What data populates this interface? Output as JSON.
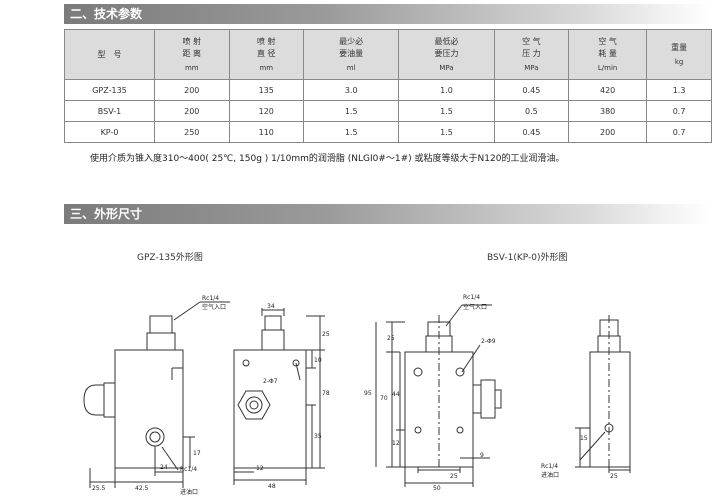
{
  "sections": {
    "specs_title": "二、技术参数",
    "dims_title": "三、外形尺寸"
  },
  "table": {
    "headers": [
      {
        "line1": "型　号",
        "line2": "",
        "unit": ""
      },
      {
        "line1": "喷 射",
        "line2": "距 离",
        "unit": "mm"
      },
      {
        "line1": "喷 射",
        "line2": "直 径",
        "unit": "mm"
      },
      {
        "line1": "最少必",
        "line2": "要油量",
        "unit": "ml"
      },
      {
        "line1": "最低必",
        "line2": "要压力",
        "unit": "MPa"
      },
      {
        "line1": "空 气",
        "line2": "压 力",
        "unit": "MPa"
      },
      {
        "line1": "空 气",
        "line2": "耗 量",
        "unit": "L/min"
      },
      {
        "line1": "重量",
        "line2": "",
        "unit": "kg"
      }
    ],
    "rows": [
      [
        "GPZ-135",
        "200",
        "135",
        "3.0",
        "1.0",
        "0.45",
        "420",
        "1.3"
      ],
      [
        "BSV-1",
        "200",
        "120",
        "1.5",
        "1.5",
        "0.5",
        "380",
        "0.7"
      ],
      [
        "KP-0",
        "250",
        "110",
        "1.5",
        "1.5",
        "0.45",
        "200",
        "0.7"
      ]
    ]
  },
  "note": "使用介质为锥入度310～400( 25℃, 150g ) 1/10mm的润滑脂 (NLGI0#～1#) 或粘度等级大于N120的工业润滑油。",
  "figures": {
    "fig1_title": "GPZ-135外形图",
    "fig2_title": "BSV-1(KP-0)外形图",
    "labels": {
      "air_port": "Rc1/4",
      "air_inlet": "空气入口",
      "oil_port": "Rc1/4",
      "oil_inlet": "进油口",
      "hole_2": "2-Φ7",
      "hole_2b": "2-Φ9"
    },
    "dims": {
      "f1_25_5": "25.5",
      "f1_42_5": "42.5",
      "f1_24": "24",
      "f1_17": "17",
      "f2_34": "34",
      "f2_25": "25",
      "f2_10": "10",
      "f2_78": "78",
      "f2_35": "35",
      "f2_12": "12",
      "f2_48": "48",
      "f3_25": "25",
      "f3_95": "95",
      "f3_70": "70",
      "f3_44": "44",
      "f3_12": "12",
      "f3_9": "9",
      "f3_25b": "25",
      "f3_50": "50",
      "f4_15": "15",
      "f4_25": "25"
    }
  }
}
